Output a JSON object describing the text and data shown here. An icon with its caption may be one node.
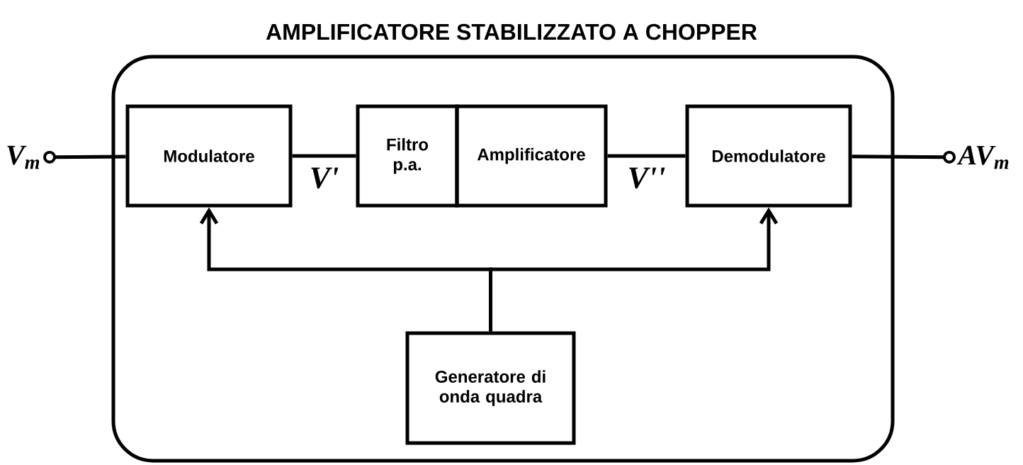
{
  "diagram": {
    "title": "AMPLIFICATORE STABILIZZATO A CHOPPER",
    "nodes": [
      {
        "text": [],
        "shape": "box"
      },
      {
        "text": [
          "Modulatore"
        ],
        "in": 0
      },
      {
        "text": [
          "Filtro p.a."
        ],
        "in": 0
      },
      {
        "text": [
          "Amplificatore"
        ],
        "in": 0
      },
      {
        "text": [
          "Demodulatore"
        ],
        "in": 0
      },
      {
        "text": [
          "Generatore di onda quadra"
        ],
        "in": 0
      },
      {
        "text": [
          "V$_{m}$"
        ]
      },
      {
        "text": [
          "AV$_{m}$"
        ]
      }
    ],
    "edges": [
      {
        "from": 6,
        "to": 1,
        "arrow": "other"
      },
      {
        "from": 1,
        "to": 2,
        "arrow": "none",
        "label": "V'"
      },
      {
        "from": 3,
        "to": 4,
        "arrow": "none",
        "label": "V''"
      },
      {
        "from": 4,
        "to": 7,
        "arrow": "other"
      },
      {
        "from": 5,
        "to": 1,
        "arrow": "to"
      },
      {
        "from": 5,
        "to": 4,
        "arrow": "to"
      }
    ]
  }
}
